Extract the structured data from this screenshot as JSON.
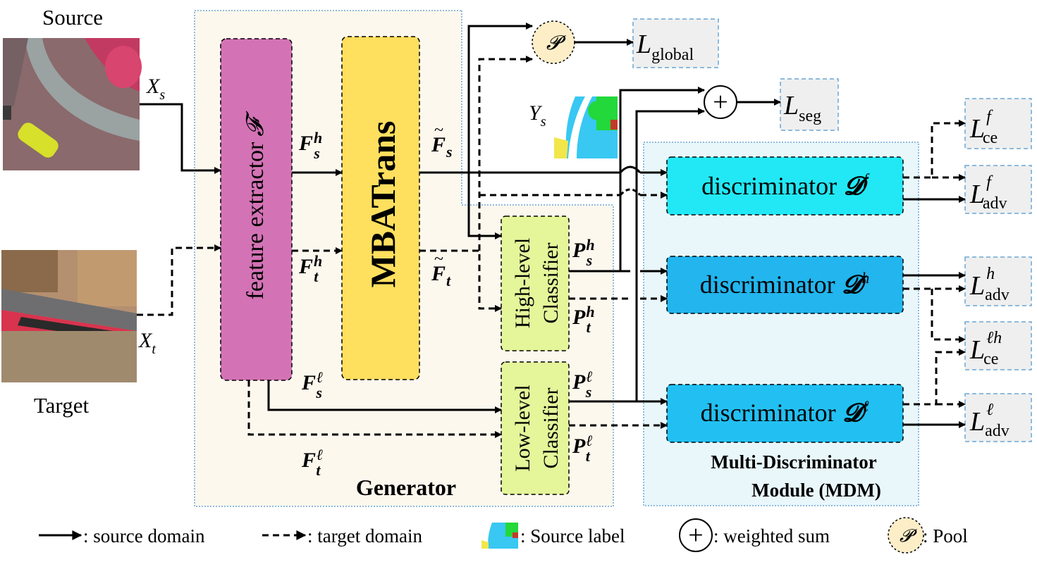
{
  "images": {
    "source_caption": "Source",
    "target_caption": "Target",
    "source_input": "X",
    "source_input_sub": "s",
    "target_input": "X",
    "target_input_sub": "t"
  },
  "generator": {
    "title": "Generator",
    "feature_extractor": "feature extractor",
    "feature_extractor_symbol": "𝓕",
    "mbatrans": "MBATrans",
    "high_classifier_line1": "High-level",
    "high_classifier_line2": "Classifier",
    "low_classifier_line1": "Low-level",
    "low_classifier_line2": "Classifier"
  },
  "features": {
    "F": "F",
    "P": "P",
    "tilde": "~",
    "sup_h": "h",
    "sup_l": "ℓ",
    "sub_s": "s",
    "sub_t": "t"
  },
  "mdm": {
    "title_line1": "Multi-Discriminator",
    "title_line2": "Module (MDM)",
    "disc_label": "discriminator",
    "disc_symbol": "𝓓",
    "sup_f": "f",
    "sup_h": "h",
    "sup_l": "ℓ"
  },
  "pool": {
    "symbol": "𝓟"
  },
  "weighted_sum": {
    "symbol": "+"
  },
  "source_label": {
    "main": "Y",
    "sub": "s"
  },
  "losses": {
    "L": "L",
    "global_sub": "global",
    "seg_sub": "seg",
    "ce_sub": "ce",
    "adv_sub": "adv",
    "sup_f": "f",
    "sup_h": "h",
    "sup_lh": "ℓh",
    "sup_l": "ℓ"
  },
  "legend": {
    "source_domain": ": source domain",
    "target_domain": ": target domain",
    "source_label": ": Source label",
    "weighted_sum": ": weighted sum",
    "pool": ": Pool",
    "pool_symbol": "𝓟",
    "plus_symbol": "+"
  },
  "colors": {
    "feature_extractor": "#d373b5",
    "mbatrans": "#ffdf5e",
    "classifier": "#e4f59a",
    "disc_f": "#22e8f5",
    "disc_h": "#22b5ee",
    "disc_l": "#22c0f2",
    "pool": "#fdeec8",
    "loss_box": "#efefef",
    "generator_bg": "#fdf8ee",
    "mdm_bg": "#e9f7fb"
  }
}
